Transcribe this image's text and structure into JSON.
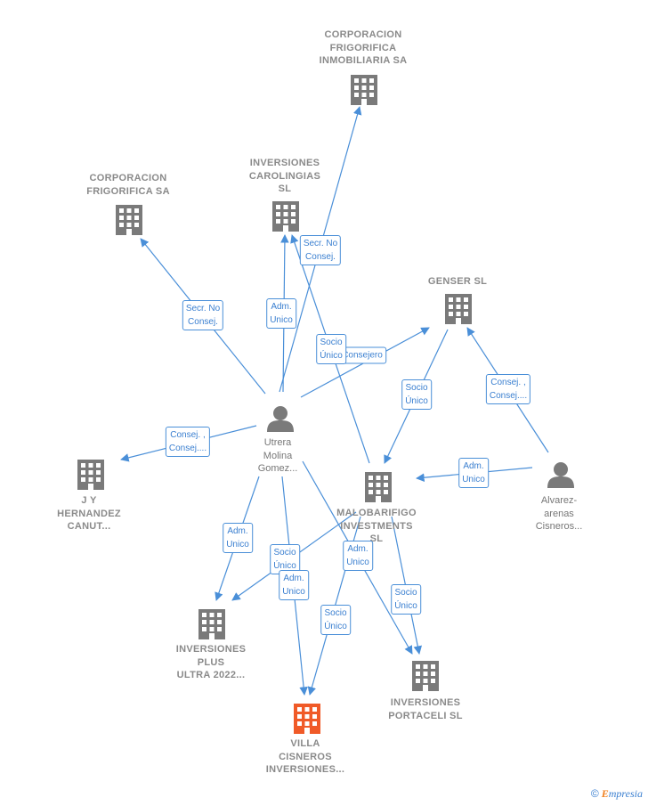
{
  "colors": {
    "edge": "#4a8fd8",
    "company": "#7a7a7a",
    "highlight": "#f05a28",
    "person": "#7a7a7a"
  },
  "nodes": {
    "corp_inmobiliaria": {
      "label": [
        "CORPORACION",
        "FRIGORIFICA",
        "INMOBILIARIA SA"
      ],
      "icon": "building-icon"
    },
    "corp_frigorifica": {
      "label": [
        "CORPORACION",
        "FRIGORIFICA SA"
      ],
      "icon": "building-icon"
    },
    "inv_carolingias": {
      "label": [
        "INVERSIONES",
        "CAROLINGIAS",
        "SL"
      ],
      "icon": "building-icon"
    },
    "genser": {
      "label": [
        "GENSER SL"
      ],
      "icon": "building-icon"
    },
    "utrera": {
      "label": [
        "Utrera",
        "Molina",
        "Gomez..."
      ],
      "icon": "person-icon"
    },
    "jy_hernandez": {
      "label": [
        "J Y",
        "HERNANDEZ",
        "CANUT..."
      ],
      "icon": "building-icon"
    },
    "malobarifigo": {
      "label": [
        "MALOBARIFIGO",
        "INVESTMENTS",
        "SL"
      ],
      "icon": "building-icon"
    },
    "alvarez": {
      "label": [
        "Alvarez-",
        "arenas",
        "Cisneros..."
      ],
      "icon": "person-icon"
    },
    "inv_plus": {
      "label": [
        "INVERSIONES",
        "PLUS",
        "ULTRA 2022..."
      ],
      "icon": "building-icon"
    },
    "inv_portaceli": {
      "label": [
        "INVERSIONES",
        "PORTACELI SL"
      ],
      "icon": "building-icon"
    },
    "villa_cisneros": {
      "label": [
        "VILLA",
        "CISNEROS",
        "INVERSIONES..."
      ],
      "icon": "building-icon"
    }
  },
  "edge_labels": {
    "e1": [
      "Secr. No",
      "Consej."
    ],
    "e2": [
      "Secr. No",
      "Consej."
    ],
    "e3": [
      "Adm.",
      "Unico"
    ],
    "e4": [
      "Socio",
      "Único"
    ],
    "e5": [
      "Consejero"
    ],
    "e6": [
      "Socio",
      "Único"
    ],
    "e7": [
      "Consej. ,",
      "Consej...."
    ],
    "e8": [
      "Consej. ,",
      "Consej...."
    ],
    "e9": [
      "Adm.",
      "Unico"
    ],
    "e10": [
      "Adm.",
      "Unico"
    ],
    "e11": [
      "Socio",
      "Único"
    ],
    "e12": [
      "Adm.",
      "Unico"
    ],
    "e13": [
      "Adm.",
      "Unico"
    ],
    "e14": [
      "Socio",
      "Único"
    ],
    "e15": [
      "Socio",
      "Único"
    ]
  },
  "footer": {
    "copyright": "©",
    "brand_initial": "E",
    "brand_rest": "mpresia"
  }
}
